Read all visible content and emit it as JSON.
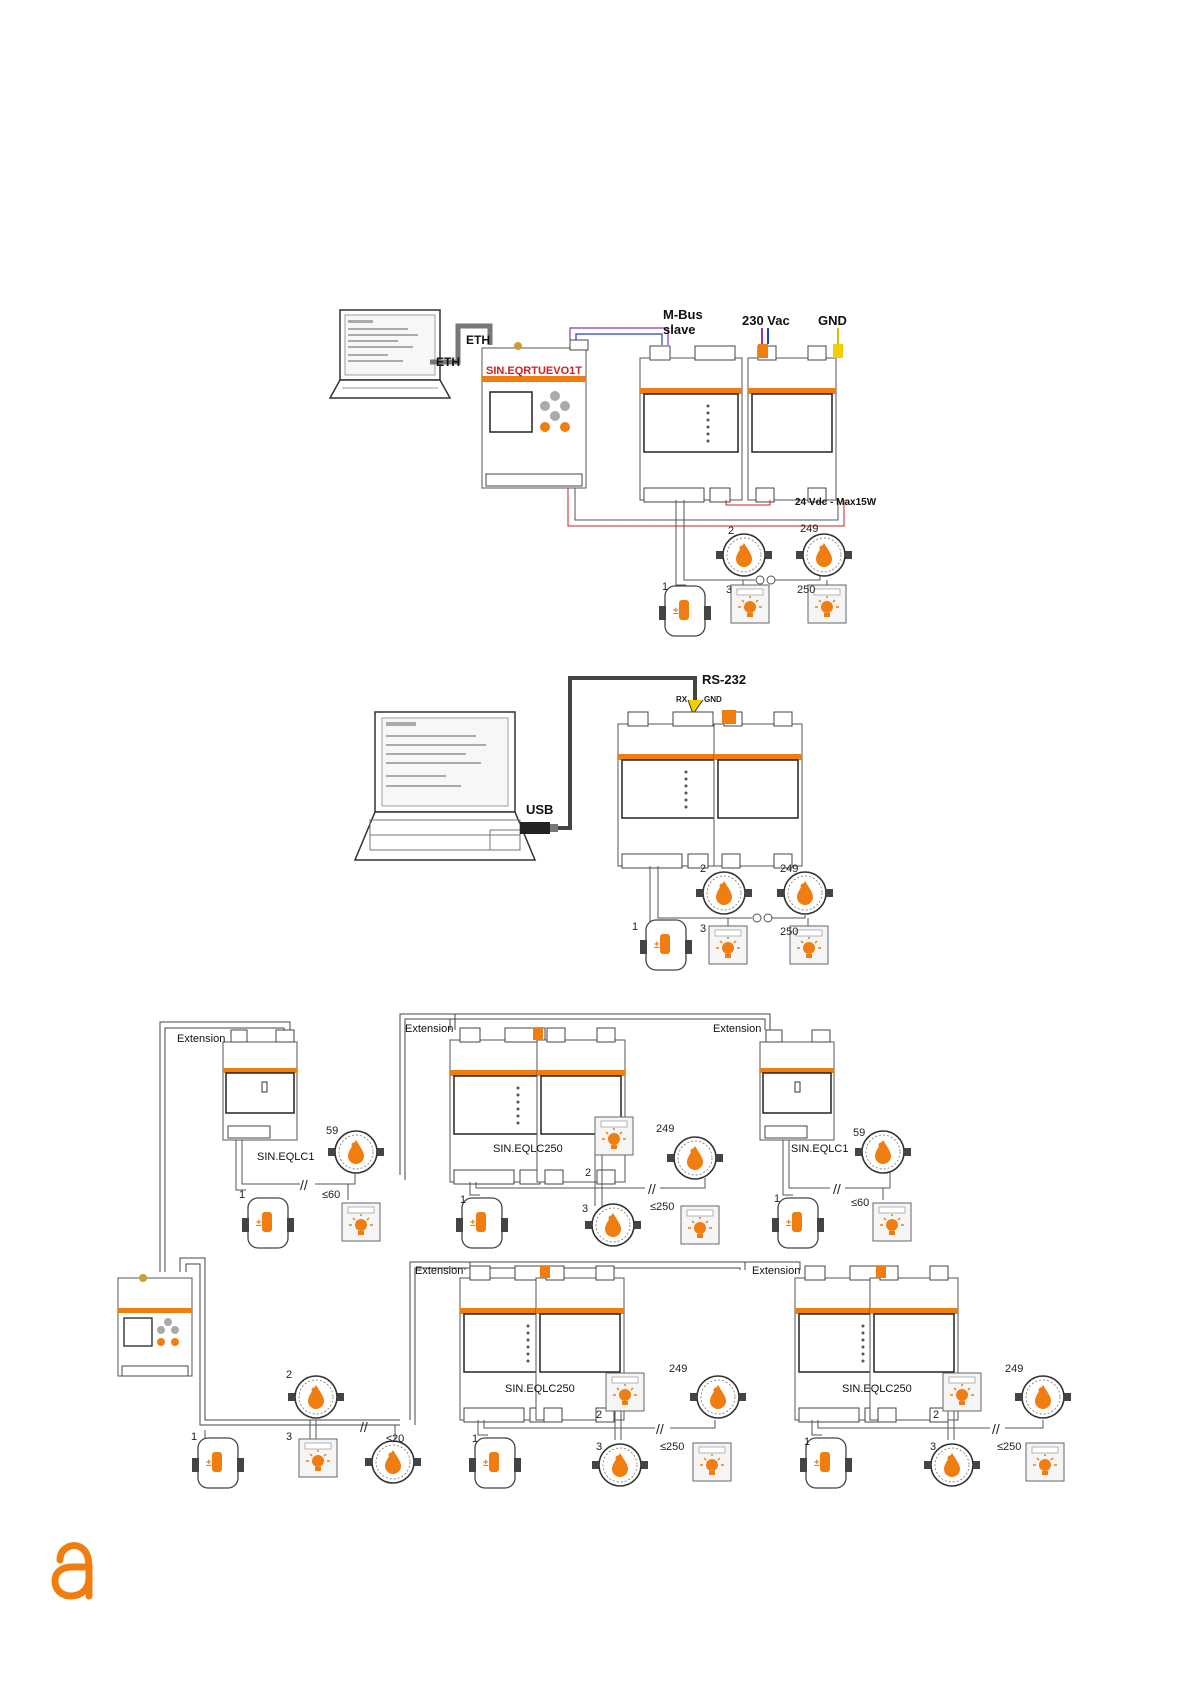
{
  "labels": {
    "eth_laptop": "ETH",
    "eth_router": "ETH",
    "router_model": "SIN.EQRTUEVO1T",
    "mbus_slave_line1": "M-Bus",
    "mbus_slave_line2": "slave",
    "v230": "230 Vac",
    "gnd_top": "GND",
    "supply": "24 Vdc - Max15W",
    "rs232": "RS-232",
    "rx": "RX",
    "gnd_rs": "GND",
    "usb": "USB",
    "extension": "Extension",
    "lc1": "SIN.EQLC1",
    "lc250": "SIN.EQLC250"
  },
  "numbers": {
    "n1": "1",
    "n2": "2",
    "n3": "3",
    "n249": "249",
    "n250": "250",
    "n59": "59",
    "le60": "≤60",
    "le250": "≤250",
    "le20": "≤20"
  },
  "colors": {
    "accent": "#f07d10",
    "cable": "#555555",
    "red_wire": "#d02020",
    "blue_wire": "#2040c0",
    "purple_wire": "#9a30b0",
    "yellow_term": "#f0d000"
  },
  "icons": [
    "laptop-icon",
    "controller-icon",
    "mbus-master-module-icon",
    "power-supply-module-icon",
    "water-meter-icon",
    "heat-meter-icon",
    "light-sensor-icon",
    "logo-icon"
  ]
}
